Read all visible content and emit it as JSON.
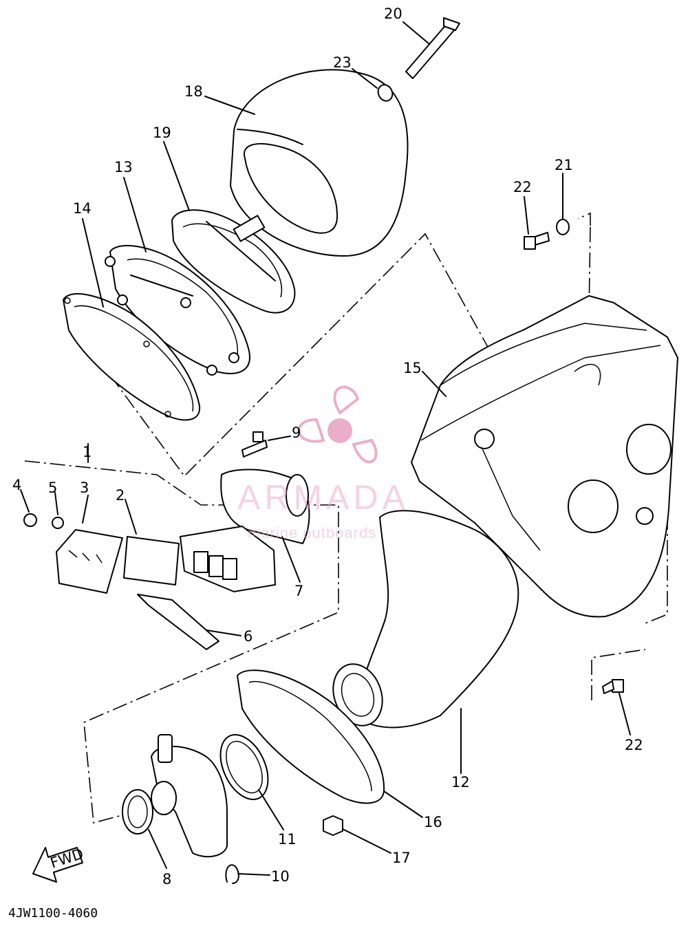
{
  "diagram_code": "4JW1100-4060",
  "fwd_label": "FWD",
  "watermark": {
    "brand": "ARMADA",
    "tagline": "marine outboards",
    "color": "#e8a6c6"
  },
  "callouts": {
    "p1": "1",
    "p2": "2",
    "p3": "3",
    "p4": "4",
    "p5": "5",
    "p6": "6",
    "p7": "7",
    "p8": "8",
    "p9": "9",
    "p10": "10",
    "p11": "11",
    "p12": "12",
    "p13": "13",
    "p14": "14",
    "p15": "15",
    "p16": "16",
    "p17": "17",
    "p18": "18",
    "p19": "19",
    "p20": "20",
    "p21": "21",
    "p22a": "22",
    "p22b": "22",
    "p23": "23"
  }
}
